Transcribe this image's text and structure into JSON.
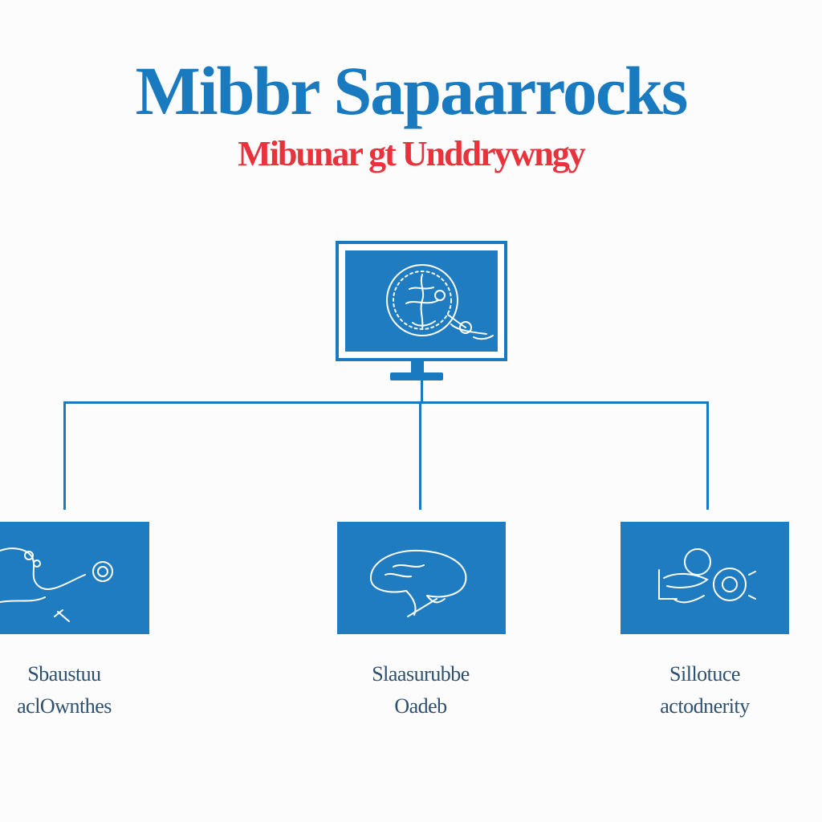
{
  "header": {
    "title": "Mibbr Sapaarrocks",
    "subtitle": "Mibunar gt Unddrywngy"
  },
  "colors": {
    "primary_blue": "#1a7ac0",
    "screen_blue": "#1f7cc1",
    "accent_red": "#e8323c",
    "label_gray": "#2d4f6e",
    "icon_stroke": "#ffffff"
  },
  "root": {
    "icon": "brain-globe-icon"
  },
  "children": [
    {
      "icon": "map-route-icon",
      "label_line1": "Sbaustuu",
      "label_line2": "aclOwnthes"
    },
    {
      "icon": "brain-icon",
      "label_line1": "Slaasurubbe",
      "label_line2": "Oadeb"
    },
    {
      "icon": "gears-icon",
      "label_line1": "Sillotuce",
      "label_line2": "actodnerity"
    }
  ]
}
